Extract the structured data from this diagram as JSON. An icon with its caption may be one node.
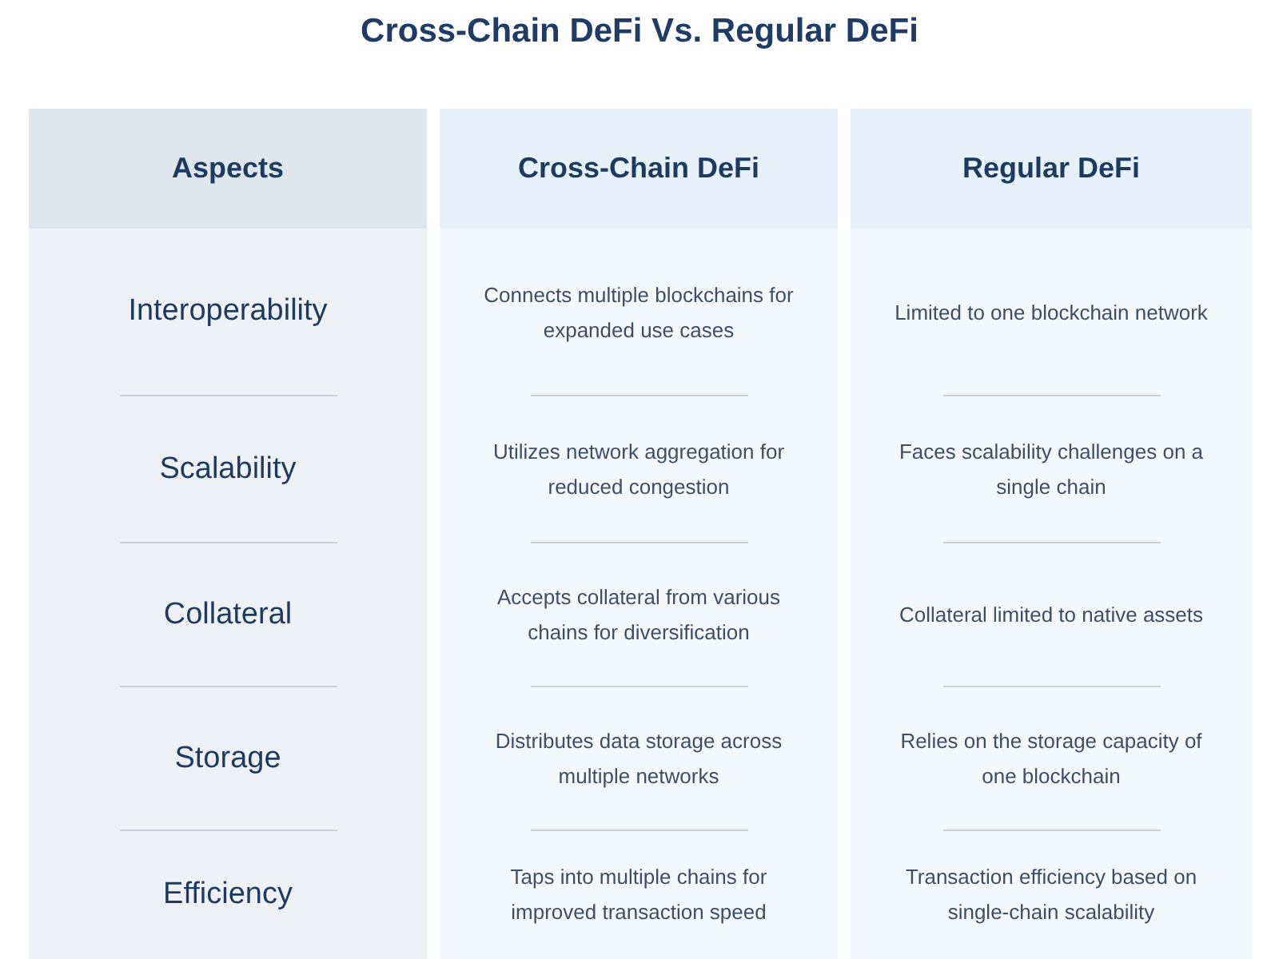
{
  "diagram": {
    "title": "Cross-Chain DeFi Vs. Regular DeFi",
    "labels": [
      "Aspects",
      "Cross-Chain DeFi",
      "Regular DeFi",
      "Interoperability",
      "Connects multiple blockchains for expanded use cases",
      "Limited to one blockchain network",
      "Scalability",
      "Utilizes network aggregation for reduced congestion",
      "Faces scalability challenges on a single chain",
      "Collateral",
      "Accepts collateral from various chains for diversification",
      "Collateral limited to native assets",
      "Storage",
      "Distributes data storage across multiple networks",
      "Relies on the storage capacity of one blockchain",
      "Efficiency",
      "Taps into multiple chains for improved transaction speed",
      "Transaction efficiency based on single-chain scalability"
    ]
  }
}
